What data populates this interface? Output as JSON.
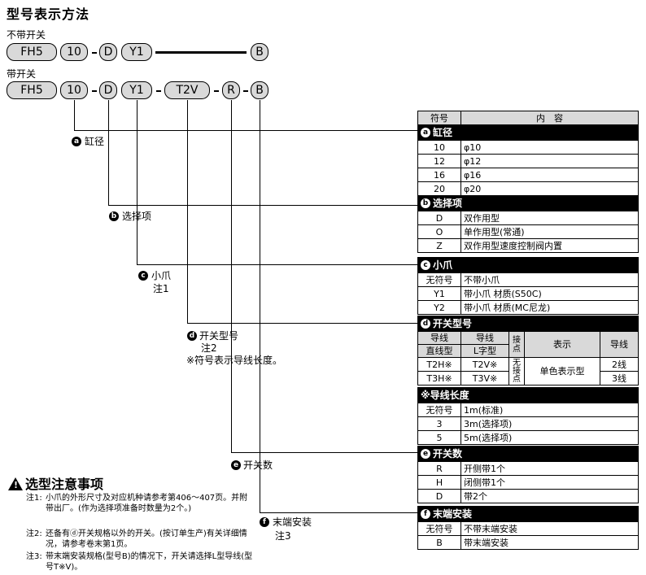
{
  "title": "型号表示方法",
  "no_switch_label": "不带开关",
  "with_switch_label": "带开关",
  "row1_codes": [
    "FH5",
    "10",
    "D",
    "Y1",
    "B"
  ],
  "row2_codes": [
    "FH5",
    "10",
    "D",
    "Y1",
    "T2V",
    "R",
    "B"
  ],
  "callouts": {
    "a": {
      "mark": "a",
      "label": "缸径"
    },
    "b": {
      "mark": "b",
      "label": "选择项"
    },
    "c": {
      "mark": "c",
      "label": "小爪",
      "note": "注1"
    },
    "d": {
      "mark": "d",
      "label": "开关型号",
      "note": "注2",
      "extra": "※符号表示导线长度。"
    },
    "e": {
      "mark": "e",
      "label": "开关数"
    },
    "f": {
      "mark": "f",
      "label": "末端安装",
      "note": "注3"
    }
  },
  "table": {
    "header": {
      "symbol": "符号",
      "content": "内　容"
    },
    "bore": {
      "mark": "a",
      "title": "缸径",
      "rows": [
        [
          "10",
          "φ10"
        ],
        [
          "12",
          "φ12"
        ],
        [
          "16",
          "φ16"
        ],
        [
          "20",
          "φ20"
        ]
      ]
    },
    "option": {
      "mark": "b",
      "title": "选择项",
      "rows": [
        [
          "D",
          "双作用型"
        ],
        [
          "O",
          "单作用型(常通)"
        ],
        [
          "Z",
          "双作用型速度控制阀内置"
        ]
      ]
    },
    "claw": {
      "mark": "c",
      "title": "小爪",
      "rows": [
        [
          "无符号",
          "不带小爪"
        ],
        [
          "Y1",
          "带小爪 材质(S50C)"
        ],
        [
          "Y2",
          "带小爪 材质(MC尼龙)"
        ]
      ]
    },
    "switch": {
      "mark": "d",
      "title": "开关型号",
      "col_lead1": "导线",
      "col_straight": "直线型",
      "col_lead2": "导线",
      "col_L": "L字型",
      "col_contact": "接点",
      "col_display": "表示",
      "col_wire": "导线",
      "rows": [
        [
          "T2H※",
          "T2V※"
        ],
        [
          "T3H※",
          "T3V※"
        ]
      ],
      "contact": "无接点",
      "display": "单色表示型",
      "wires": [
        "2线",
        "3线"
      ]
    },
    "lead_length": {
      "title": "※导线长度",
      "rows": [
        [
          "无符号",
          "1m(标准)"
        ],
        [
          "3",
          "3m(选择项)"
        ],
        [
          "5",
          "5m(选择项)"
        ]
      ]
    },
    "switch_count": {
      "mark": "e",
      "title": "开关数",
      "rows": [
        [
          "R",
          "开侧带1个"
        ],
        [
          "H",
          "闭侧带1个"
        ],
        [
          "D",
          "带2个"
        ]
      ]
    },
    "end_mount": {
      "mark": "f",
      "title": "末端安装",
      "rows": [
        [
          "无符号",
          "不带末端安装"
        ],
        [
          "B",
          "带末端安装"
        ]
      ]
    }
  },
  "notes": {
    "title": "选型注意事项",
    "warn_glyph": "!",
    "items": [
      {
        "key": "注1:",
        "text": "小爪的外形尺寸及对应机种请参考第406～407页。并附带出厂。(作为选择项准备时数量为2个。)"
      },
      {
        "key": "注2:",
        "text": "还备有ⓓ开关规格以外的开关。(按订单生产)有关详细情况，请参考卷末第1页。"
      },
      {
        "key": "注3:",
        "text": "带末端安装规格(型号B)的情况下，开关请选择L型导线(型号T※V)。"
      }
    ]
  }
}
